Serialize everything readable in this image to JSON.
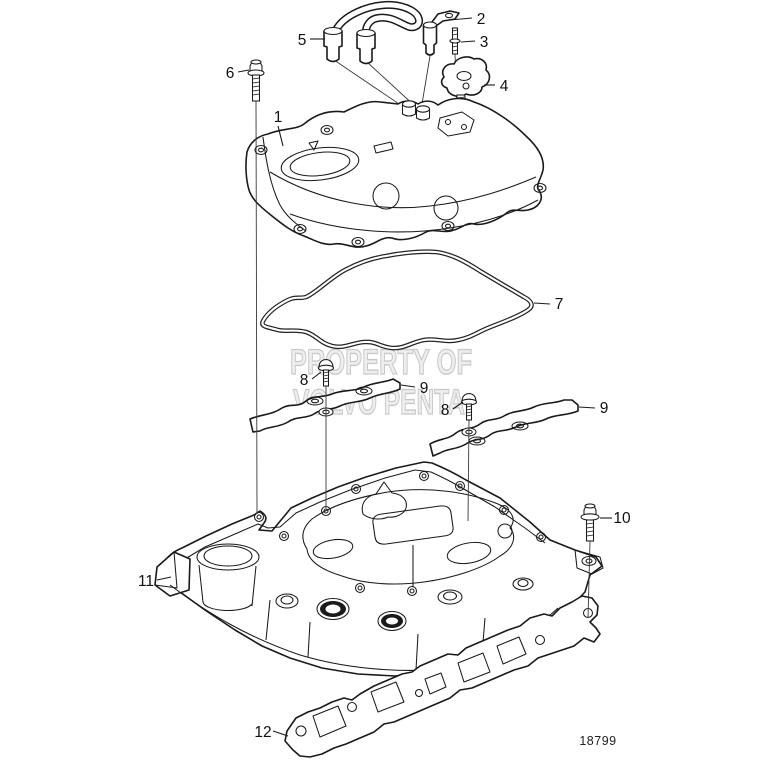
{
  "diagram": {
    "type": "exploded-parts-diagram",
    "subject": "intake-manifold-assembly",
    "drawing_number": "18799",
    "watermark": {
      "line1": "PROPERTY OF",
      "line2": "VOLVO PENTA"
    },
    "callouts": [
      {
        "label": "1"
      },
      {
        "label": "2"
      },
      {
        "label": "3"
      },
      {
        "label": "4"
      },
      {
        "label": "5"
      },
      {
        "label": "6"
      },
      {
        "label": "7"
      },
      {
        "label": "8"
      },
      {
        "label": "9"
      },
      {
        "label": "8"
      },
      {
        "label": "9"
      },
      {
        "label": "10"
      },
      {
        "label": "11"
      },
      {
        "label": "12"
      }
    ],
    "colors": {
      "line": "#1a1a1a",
      "background": "#ffffff",
      "watermark": "#bfbfbf",
      "dark_detail": "#1a1a1a"
    }
  }
}
